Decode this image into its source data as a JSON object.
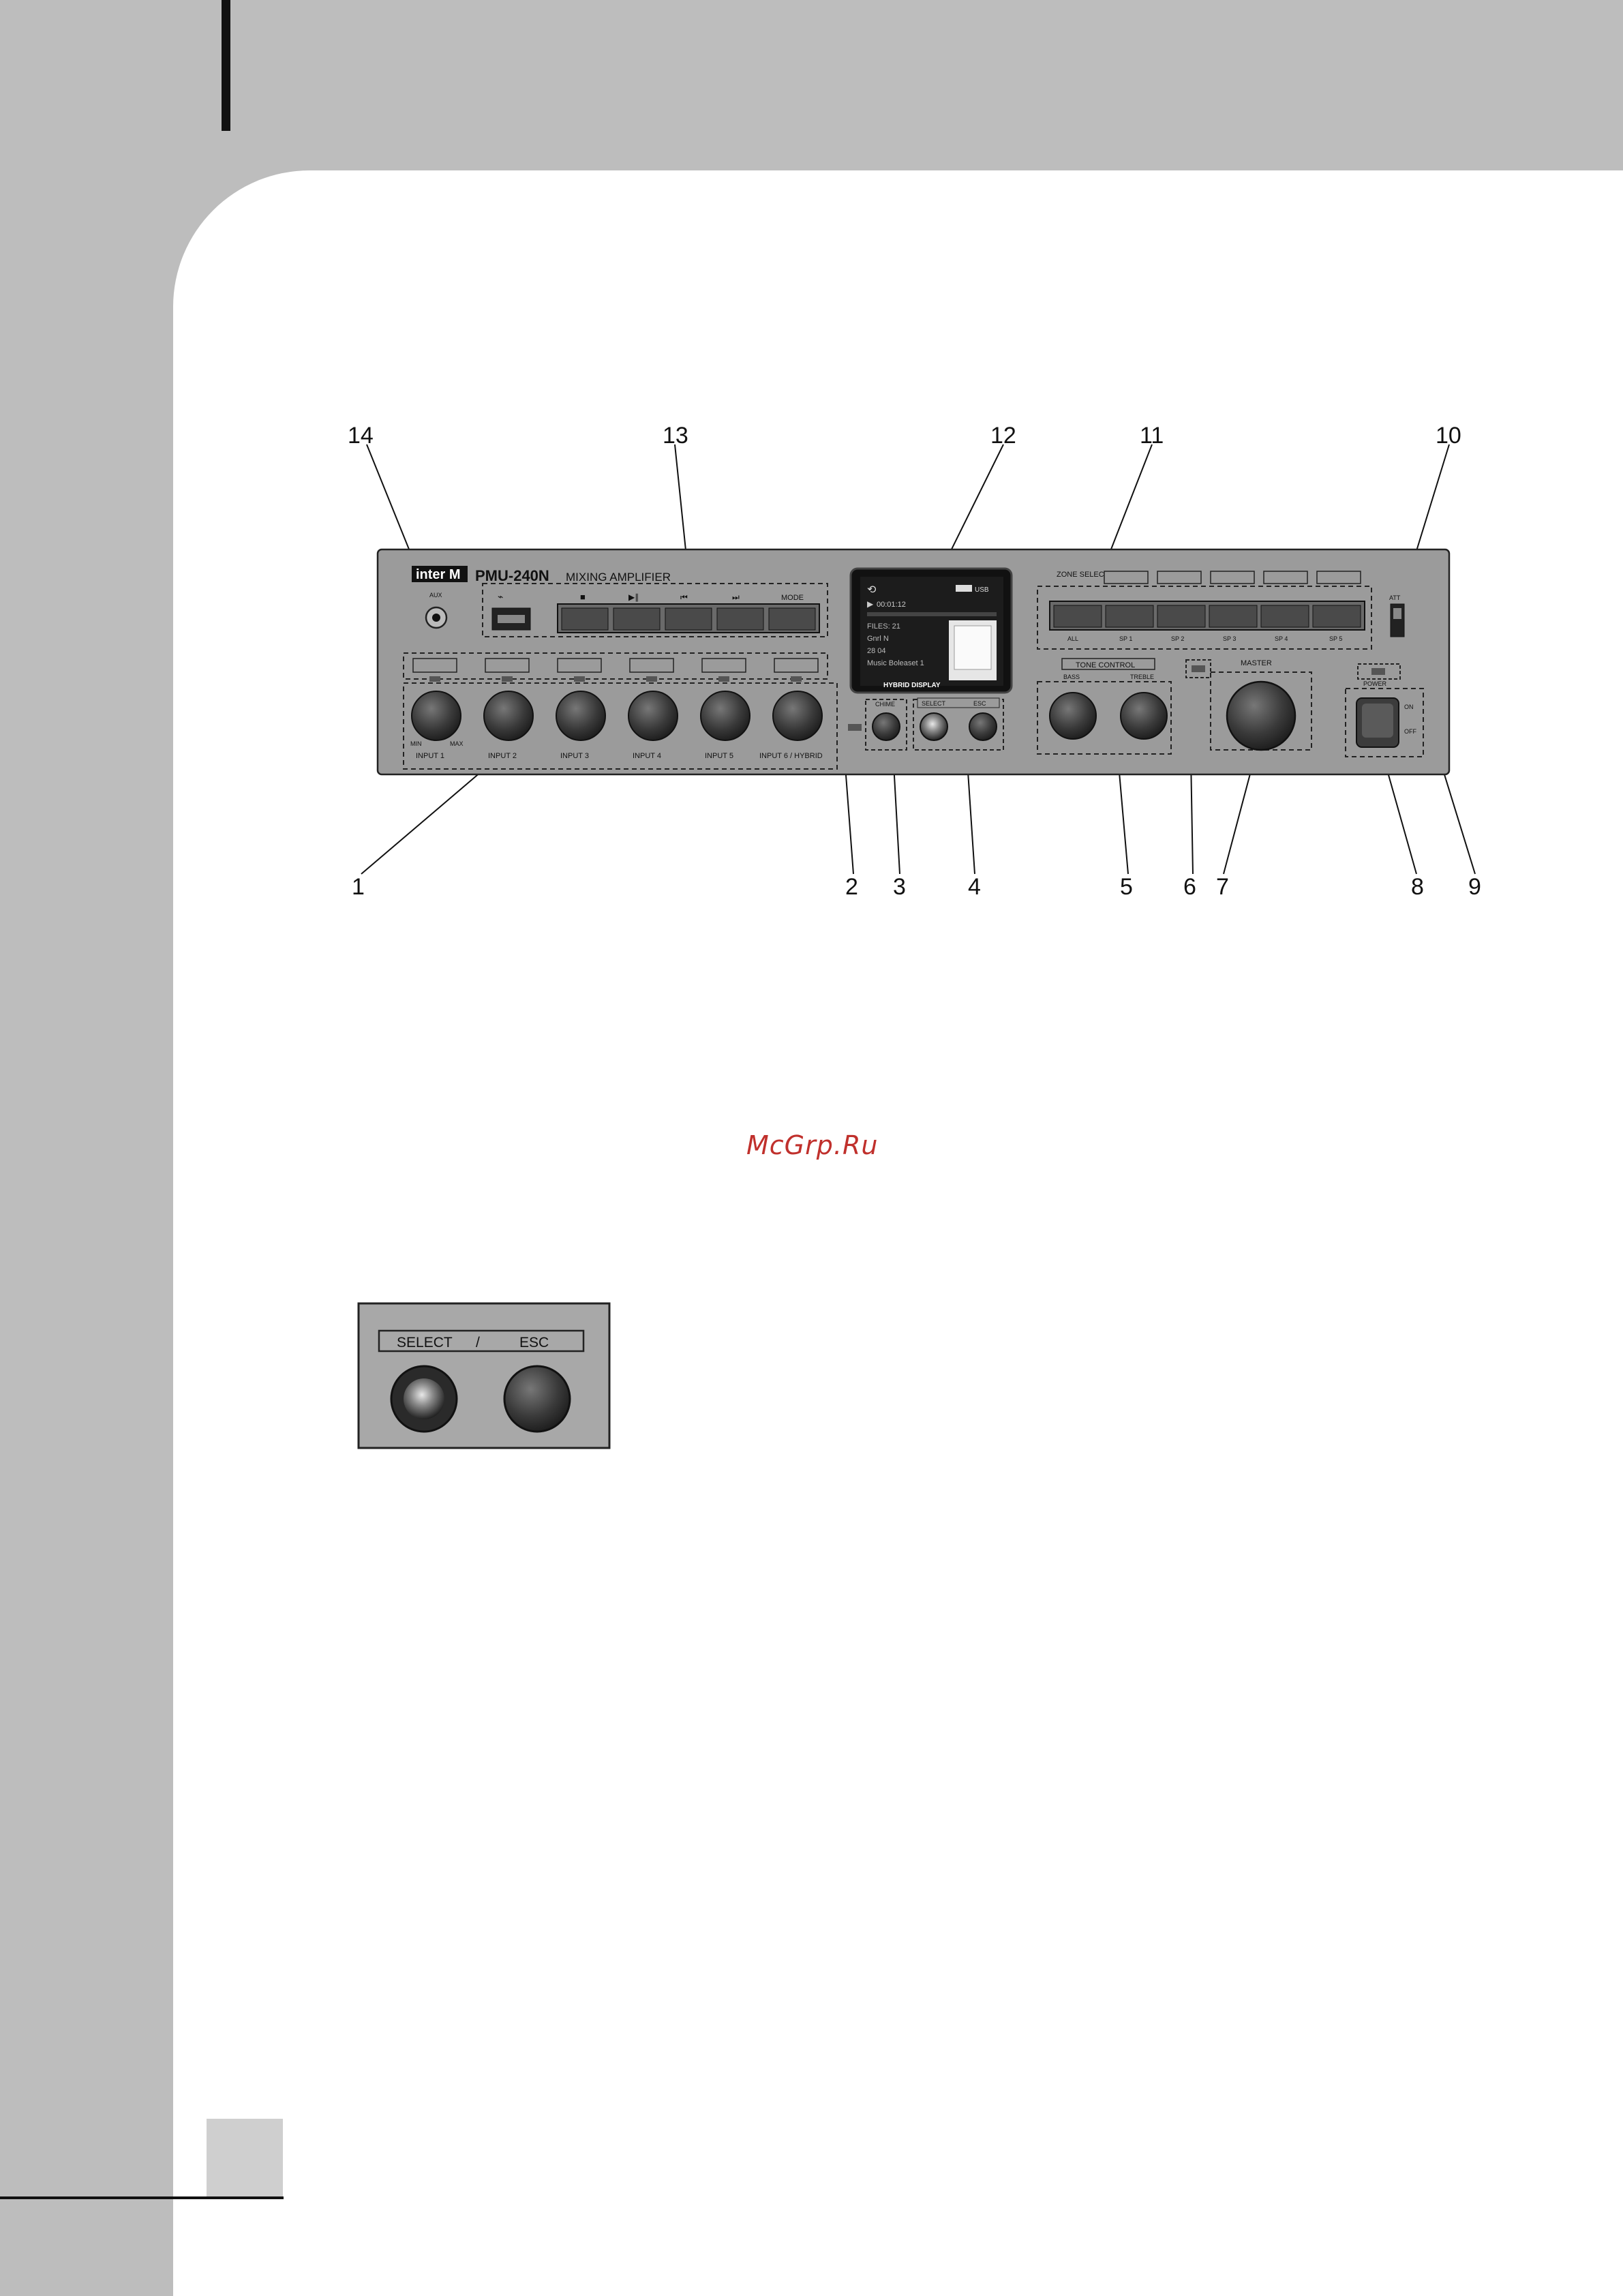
{
  "watermark": "McGrp.Ru",
  "callouts": {
    "c1": "1",
    "c2": "2",
    "c3": "3",
    "c4": "4",
    "c5": "5",
    "c6": "6",
    "c7": "7",
    "c8": "8",
    "c9": "9",
    "c10": "10",
    "c11": "11",
    "c12": "12",
    "c13": "13",
    "c14": "14"
  },
  "panel": {
    "brand": "inter M",
    "model": "PMU-240N",
    "model_sub": "MIXING AMPLIFIER",
    "aux": "AUX",
    "mode": "MODE",
    "hybrid_display": "HYBRID DISPLAY",
    "screen": {
      "time": "00:01:12",
      "files": "FILES: 21",
      "line3": "Gnrl N",
      "line4": "28  04",
      "line5": "Music Boleaset 1"
    },
    "zone_select": "ZONE SELECT",
    "zones": [
      "ALL",
      "SP 1",
      "SP 2",
      "SP 3",
      "SP 4",
      "SP 5"
    ],
    "inputs": [
      "INPUT 1",
      "INPUT 2",
      "INPUT 3",
      "INPUT 4",
      "INPUT 5",
      "INPUT 6 / HYBRID"
    ],
    "min": "MIN",
    "max": "MAX",
    "chime": "CHIME",
    "select": "SELECT",
    "esc": "ESC",
    "tone_control": "TONE CONTROL",
    "bass": "BASS",
    "treble": "TREBLE",
    "master": "MASTER",
    "power": "POWER",
    "on": "ON",
    "off": "OFF",
    "att": "ATT"
  },
  "detail": {
    "select": "SELECT",
    "slash": "/",
    "esc": "ESC"
  }
}
